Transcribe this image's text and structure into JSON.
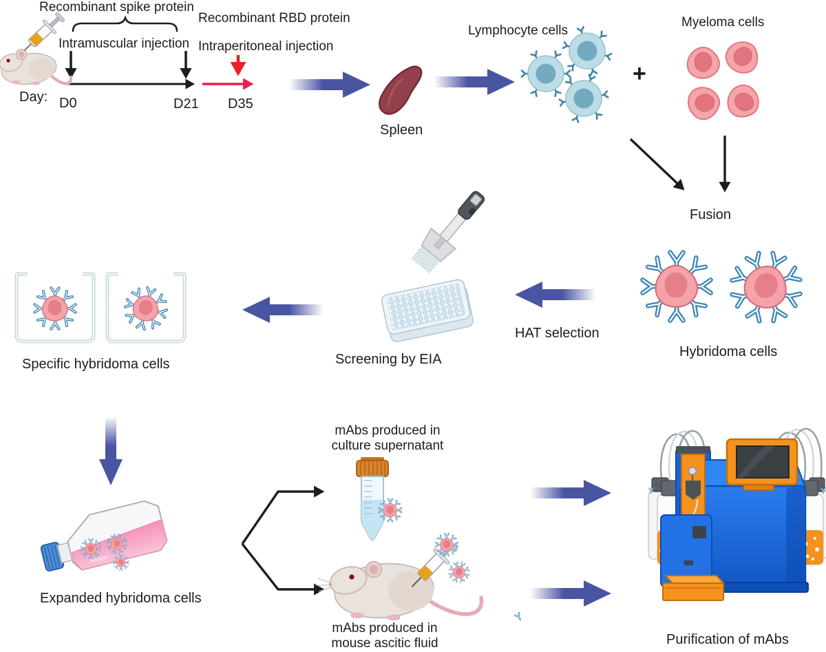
{
  "labels": {
    "spike_protein": "Recombinant spike protein",
    "im_injection": "Intramuscular injection",
    "rbd_protein": "Recombinant RBD protein",
    "ip_injection": "Intraperitoneal injection",
    "day": "Day:",
    "d0": "D0",
    "d21": "D21",
    "d35": "D35",
    "spleen": "Spleen",
    "lymphocyte_cells": "Lymphocyte cells",
    "plus": "+",
    "myeloma_cells": "Myeloma cells",
    "fusion": "Fusion",
    "hybridoma_cells": "Hybridoma cells",
    "hat_selection": "HAT selection",
    "screening_eia": "Screening by EIA",
    "specific_hybridoma": "Specific hybridoma cells",
    "expanded_hybridoma": "Expanded hybridoma cells",
    "mabs_supernatant_line1": "mAbs produced in",
    "mabs_supernatant_line2": "culture supernatant",
    "mabs_ascitic_line1": "mAbs produced in",
    "mabs_ascitic_line2": "mouse ascitic fluid",
    "purification": "Purification of mAbs"
  },
  "colors": {
    "arrow_blue": "#4a55a2",
    "red_bright": "#e8212a",
    "red_crimson": "#ee1d4e",
    "ink_black": "#1c1c1c",
    "cell_pink": "#f3a3a9",
    "cell_pink_nucleus": "#e5808a",
    "cell_blue": "#bcdde6",
    "antibody_blue": "#3e85b5",
    "spleen_red": "#93404a",
    "machine_blue": "#1a66d9",
    "machine_orange": "#f5921e",
    "media_pink": "#f78fb8",
    "flask_cap_blue": "#4a8fd8",
    "tube_cap_orange": "#d9842e"
  },
  "icons": [
    "mouse-icon",
    "syringe-icon",
    "timeline",
    "brace-icon",
    "spleen-icon",
    "lymphocyte-cell-icon",
    "myeloma-cell-icon",
    "antibody-icon",
    "hybridoma-cell-icon",
    "pipette-icon",
    "well-plate-icon",
    "culture-well-icon",
    "flask-icon",
    "falcon-tube-icon",
    "purification-machine-icon",
    "flow-arrow"
  ]
}
